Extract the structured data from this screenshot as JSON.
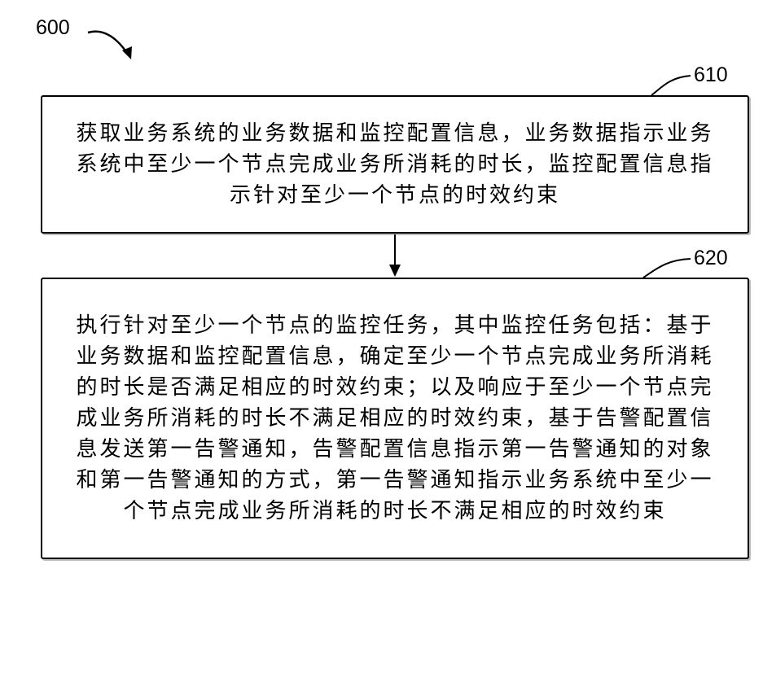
{
  "figure": {
    "ref": "600"
  },
  "steps": [
    {
      "ref": "610",
      "lines": [
        "获取业务系统的业务数据和监控配置信息，业务数据指示业务",
        "系统中至少一个节点完成业务所消耗的时长，监控配置信息指",
        "示针对至少一个节点的时效约束"
      ]
    },
    {
      "ref": "620",
      "lines": [
        "执行针对至少一个节点的监控任务，其中监控任务包括：基于",
        "业务数据和监控配置信息，确定至少一个节点完成业务所消耗",
        "的时长是否满足相应的时效约束；以及响应于至少一个节点完",
        "成业务所消耗的时长不满足相应的时效约束，基于告警配置信",
        "息发送第一告警通知，告警配置信息指示第一告警通知的对象",
        "和第一告警通知的方式，第一告警通知指示业务系统中至少一",
        "个节点完成业务所消耗的时长不满足相应的时效约束"
      ]
    }
  ]
}
